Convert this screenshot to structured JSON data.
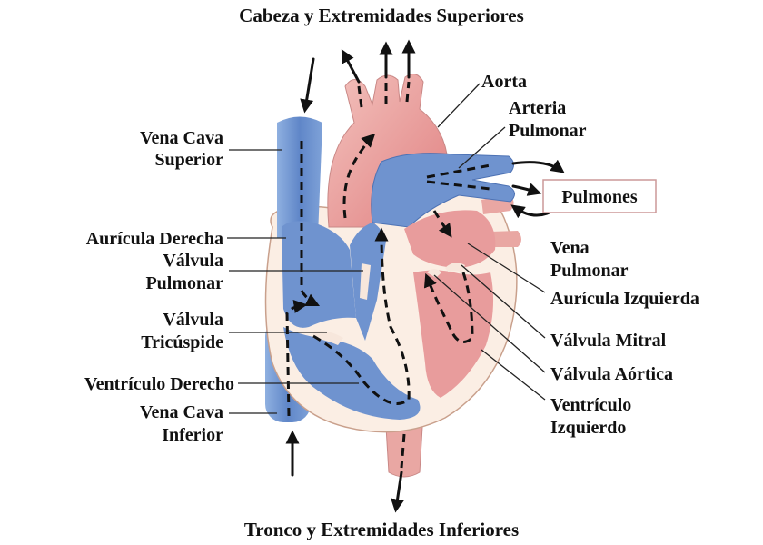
{
  "title_top": "Cabeza y Extremidades Superiores",
  "title_bottom": "Tronco y Extremidades Inferiores",
  "labels": {
    "vena_cava_superior": [
      "Vena Cava",
      "Superior"
    ],
    "auricula_derecha": "Aurícula Derecha",
    "valvula_pulmonar": [
      "Válvula",
      "Pulmonar"
    ],
    "valvula_tricuspide": [
      "Válvula",
      "Tricúspide"
    ],
    "ventriculo_derecho": "Ventrículo Derecho",
    "vena_cava_inferior": [
      "Vena Cava",
      "Inferior"
    ],
    "aorta": "Aorta",
    "arteria_pulmonar": [
      "Arteria",
      "Pulmonar"
    ],
    "pulmones": "Pulmones",
    "vena_pulmonar": [
      "Vena",
      "Pulmonar"
    ],
    "auricula_izquierda": "Aurícula Izquierda",
    "valvula_mitral": "Válvula Mitral",
    "valvula_aortica": "Válvula Aórtica",
    "ventriculo_izquierdo": [
      "Ventrículo",
      "Izquierdo"
    ]
  },
  "colors": {
    "deoxygenated": "#6f93cf",
    "oxygenated": "#e89c9c",
    "wall": "#fbeee4",
    "outline": "#c9a08c"
  }
}
